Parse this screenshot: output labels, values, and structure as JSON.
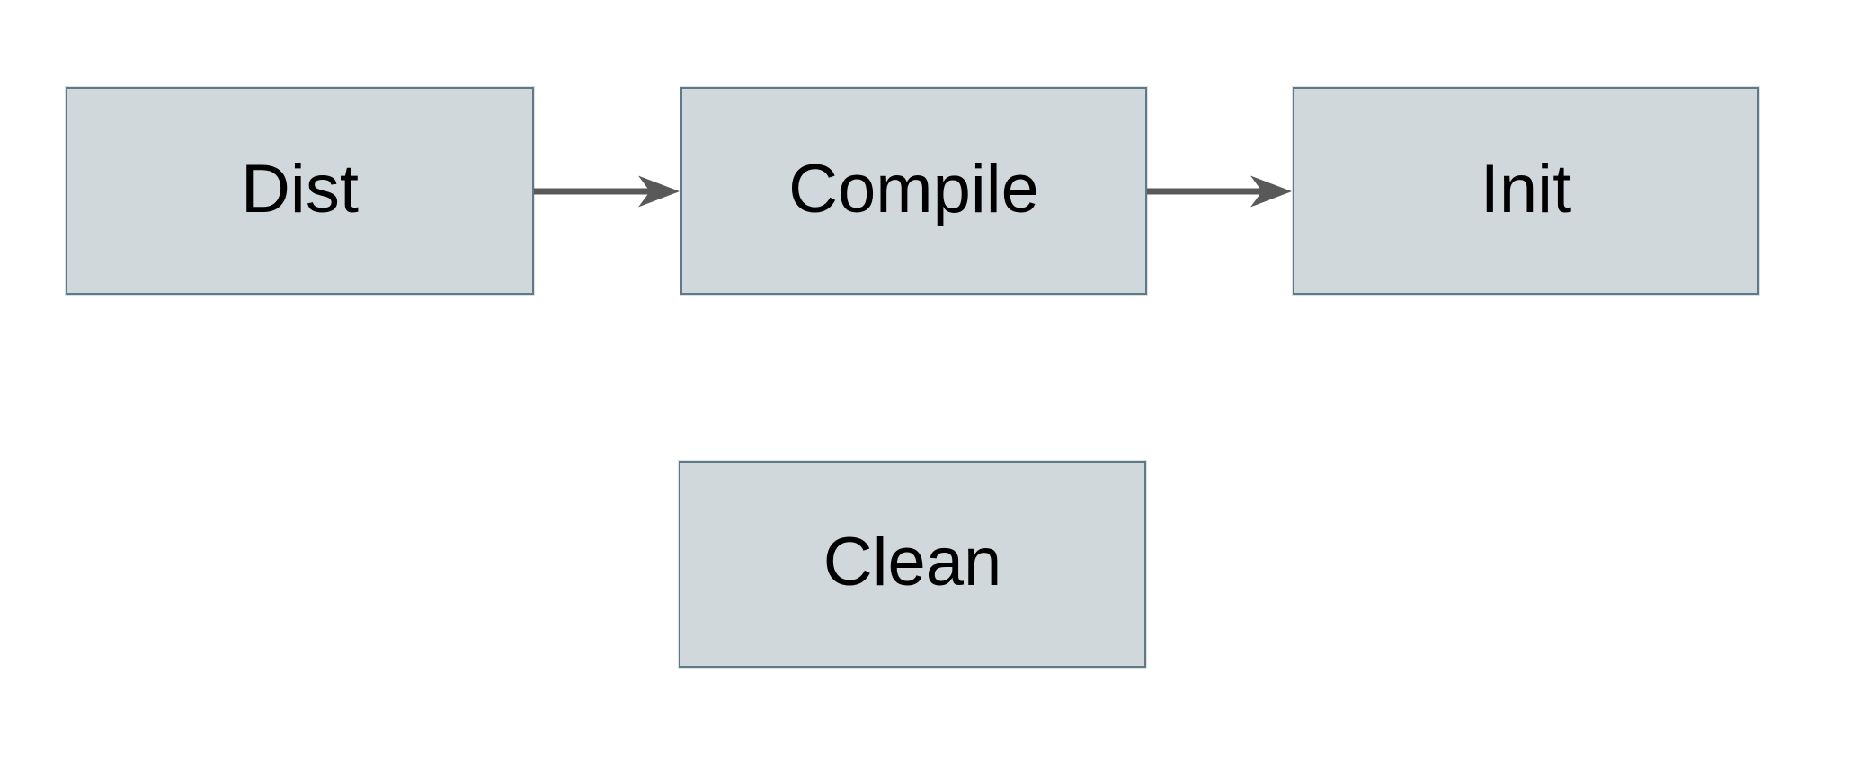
{
  "diagram": {
    "type": "flowchart",
    "nodes": [
      {
        "id": "dist",
        "label": "Dist",
        "shape": "rectangle"
      },
      {
        "id": "compile",
        "label": "Compile",
        "shape": "rectangle"
      },
      {
        "id": "init",
        "label": "Init",
        "shape": "rectangle"
      },
      {
        "id": "clean",
        "label": "Clean",
        "shape": "rectangle"
      }
    ],
    "edges": [
      {
        "from": "dist",
        "to": "compile",
        "style": "arrow-right"
      },
      {
        "from": "compile",
        "to": "init",
        "style": "arrow-right"
      }
    ]
  },
  "colors": {
    "canvasBg": "#ffffff",
    "boxFill": "#d0d8db",
    "boxBorder": "#5f7a86",
    "arrowColor": "#595959",
    "textColor": "#000000"
  }
}
